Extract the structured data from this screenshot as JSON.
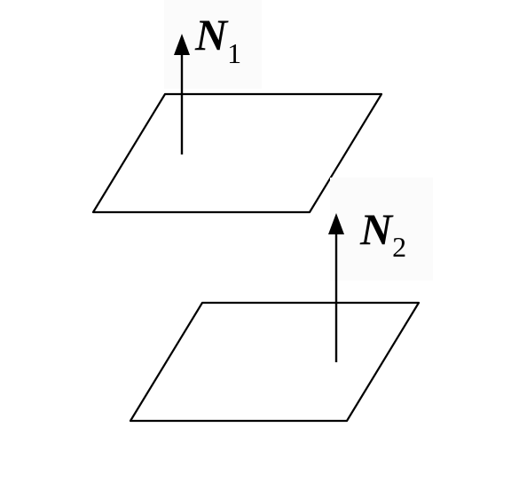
{
  "vectors": [
    {
      "symbol": "N",
      "subscript": "1"
    },
    {
      "symbol": "N",
      "subscript": "2"
    }
  ]
}
